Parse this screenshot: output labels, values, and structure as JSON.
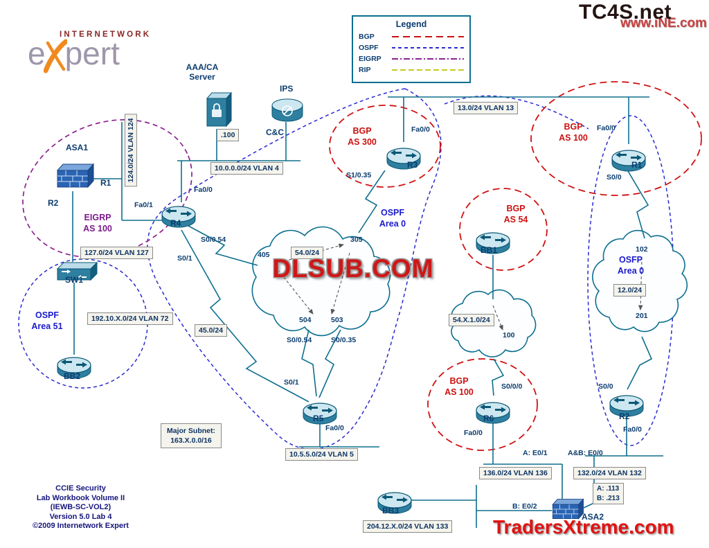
{
  "watermarks": {
    "tc4s": "TC4S.net",
    "ine": "www.iNE.com",
    "dlsub": "DLSUB.COM",
    "traders": "TradersXtreme.com"
  },
  "logo": {
    "top": "INTERNETWORK",
    "part1": "e",
    "part2": "pert"
  },
  "legend": {
    "title": "Legend",
    "items": [
      {
        "label": "BGP",
        "color": "#cc1111"
      },
      {
        "label": "OSPF",
        "color": "#2a2ad0"
      },
      {
        "label": "EIGRP",
        "color": "#8a2090"
      },
      {
        "label": "RIP",
        "color": "#c9c91c"
      }
    ]
  },
  "devices": {
    "r3": "R3",
    "r1_top": "R1",
    "r4": "R4",
    "r5": "R5",
    "r6": "R6",
    "r2_right": "R2",
    "bb1": "BB1",
    "bb2": "BB2",
    "bb3": "BB3",
    "sw1": "SW1",
    "asa1": "ASA1",
    "asa2": "ASA2",
    "asa1_if_r1": "R1",
    "asa1_if_r2": "R2",
    "server_line1": "AAA/CA",
    "server_line2": "Server",
    "ips": "IPS",
    "cc": "C&C"
  },
  "interfaces": {
    "r3_fa00": "Fa0/0",
    "r3_s1035": "S1/0.35",
    "r1_fa00": "Fa0/0",
    "r1_s00": "S0/0",
    "r4_fa00": "Fa0/0",
    "r4_fa01": "Fa0/1",
    "r4_s0054": "S0/0.54",
    "r4_s01": "S0/1",
    "r5_s01": "S0/1",
    "r5_fa00": "Fa0/0",
    "r5_s0054": "S0/0.54",
    "r5_s0035": "S0/0.35",
    "r6_s000": "S0/0/0",
    "r6_fa00": "Fa0/0",
    "r2_s00": "S0/0",
    "r2_fa00": "Fa0/0",
    "asa2_a_e01": "A: E0/1",
    "asa2_ab_e00": "A&B: E0/0",
    "asa2_b_e02": "B: E0/2"
  },
  "dlci": {
    "d405": "405",
    "d305": "305",
    "d504": "504",
    "d503": "503",
    "d102": "102",
    "d201": "201",
    "d100": "100"
  },
  "protocols": {
    "bgp300": {
      "l1": "BGP",
      "l2": "AS 300"
    },
    "bgp100_r1": {
      "l1": "BGP",
      "l2": "AS 100"
    },
    "bgp54": {
      "l1": "BGP",
      "l2": "AS 54"
    },
    "bgp100_r6": {
      "l1": "BGP",
      "l2": "AS 100"
    },
    "eigrp100": {
      "l1": "EIGRP",
      "l2": "AS 100"
    },
    "ospf51": {
      "l1": "OSPF",
      "l2": "Area 51"
    },
    "ospf0": {
      "l1": "OSPF",
      "l2": "Area 0"
    },
    "osfp0": {
      "l1": "OSFP",
      "l2": "Area 0"
    }
  },
  "subnets": {
    "vlan13": "13.0/24 VLAN 13",
    "vlan124": "124.0/24 VLAN 124",
    "vlan4": "10.0.0.0/24 VLAN 4",
    "vlan127": "127.0/24 VLAN 127",
    "vlan72": "192.10.X.0/24 VLAN 72",
    "net54": "54.0/24",
    "net45": "45.0/24",
    "net54x": "54.X.1.0/24",
    "net12": "12.0/24",
    "vlan5": "10.5.5.0/24 VLAN 5",
    "vlan136": "136.0/24 VLAN 136",
    "vlan132": "132.0/24 VLAN 132",
    "vlan133": "204.12.X.0/24 VLAN 133",
    "server_ip": ".100",
    "major_l1": "Major Subnet:",
    "major_l2": "163.X.0.0/16",
    "asa2_a": "A: .113",
    "asa2_b": "B: .213"
  },
  "footer": {
    "l1": "CCIE Security",
    "l2": "Lab Workbook Volume II",
    "l3": "(IEWB-SC-VOL2)",
    "l4": "Version 5.0 Lab 4",
    "l5": "©2009 Internetwork Expert"
  }
}
